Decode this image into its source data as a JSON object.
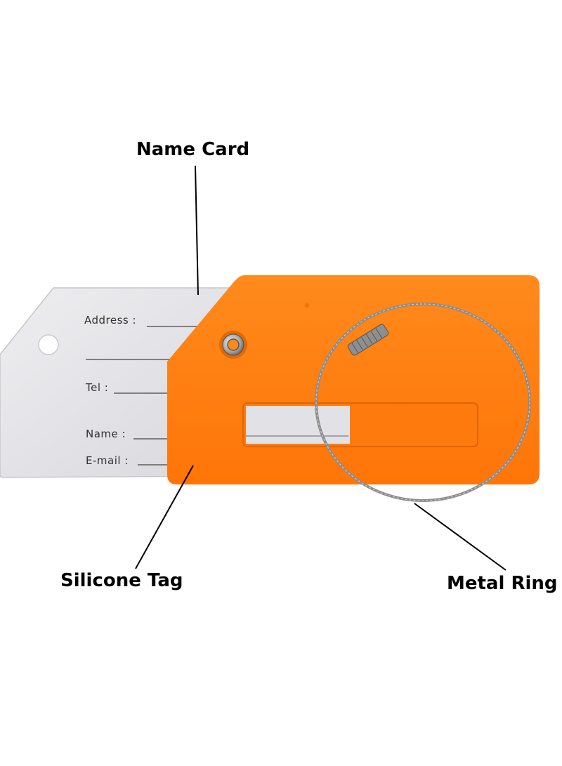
{
  "callouts": {
    "name_card": "Name Card",
    "silicone_tag": "Silicone Tag",
    "metal_ring": "Metal Ring"
  },
  "card_fields": {
    "address": "Address :",
    "tel": "Tel :",
    "name": "Name :",
    "email": "E-mail :"
  },
  "colors": {
    "background": "#ffffff",
    "silicone_tag": "#ff7f11",
    "name_card": "#e4e4e8",
    "metal_ring": "#8c8c8c",
    "text": "#000000"
  }
}
